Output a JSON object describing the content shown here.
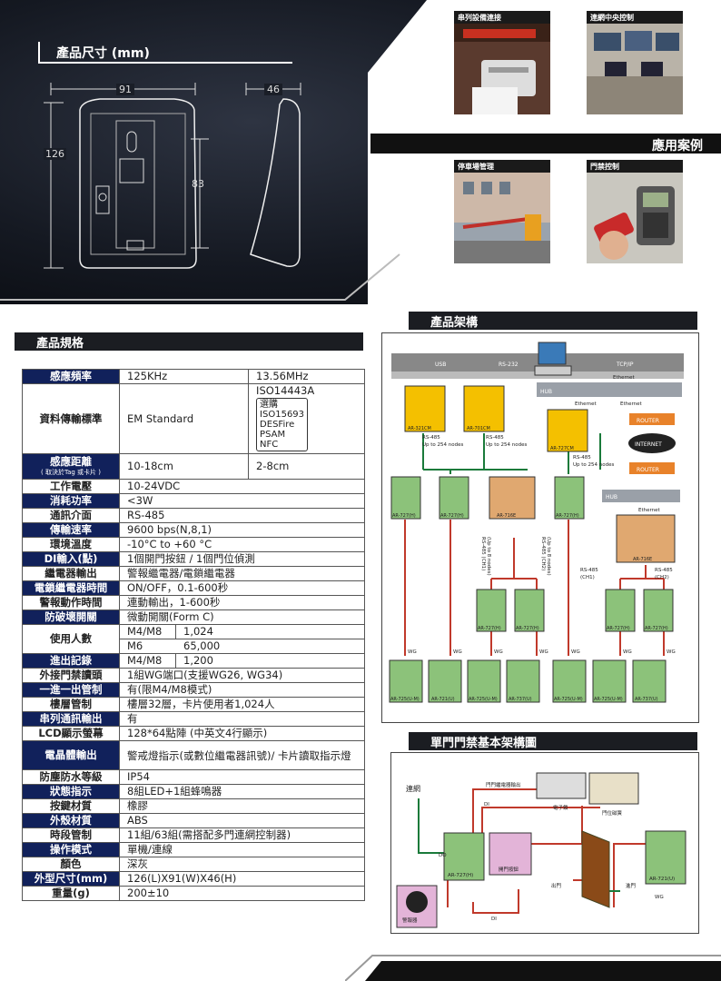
{
  "dimensions": {
    "title": "產品尺寸 (mm)",
    "width": "91",
    "depth": "46",
    "height": "126",
    "inner_height": "83"
  },
  "applications": {
    "title": "應用案例",
    "cases": [
      "串列設備連接",
      "連網中央控制",
      "停車場管理",
      "門禁控制"
    ]
  },
  "specs": {
    "title": "產品規格",
    "rows": [
      {
        "key": "感應頻率",
        "v1": "125KHz",
        "v2": "13.56MHz"
      },
      {
        "key": "資料傳輸標準",
        "v1": "EM Standard",
        "v2a": "ISO14443A",
        "v2b": "選購",
        "v2c": "ISO15693",
        "v2d": "DESFire",
        "v2e": "PSAM",
        "v2f": "NFC"
      },
      {
        "key": "感應距離",
        "sub": "( 取決於Tag 或卡片 )",
        "v1": "10-18cm",
        "v2": "2-8cm"
      },
      {
        "key": "工作電壓",
        "v": "10-24VDC"
      },
      {
        "key": "消耗功率",
        "v": "<3W"
      },
      {
        "key": "通訊介面",
        "v": "RS-485"
      },
      {
        "key": "傳輸速率",
        "v": "9600 bps(N,8,1)"
      },
      {
        "key": "環境溫度",
        "v": "-10°C to +60 °C"
      },
      {
        "key": "DI輸入(點)",
        "v": "1個開門按鈕 / 1個門位偵測"
      },
      {
        "key": "繼電器輸出",
        "v": "警報繼電器/電鎖繼電器"
      },
      {
        "key": "電鎖繼電器時間",
        "v": "ON/OFF，0.1-600秒"
      },
      {
        "key": "警報動作時間",
        "v": "連動輸出，1-600秒"
      },
      {
        "key": "防破壞開關",
        "v": "微動開關(Form C)"
      },
      {
        "key": "使用人數",
        "a1": "M4/M8",
        "b1": "1,024",
        "a2": "M6",
        "b2": "65,000"
      },
      {
        "key": "進出記錄",
        "a": "M4/M8",
        "b": "1,200"
      },
      {
        "key": "外接門禁讀頭",
        "v": "1組WG端口(支援WG26, WG34)"
      },
      {
        "key": "一進一出管制",
        "v": "有(限M4/M8模式)"
      },
      {
        "key": "樓層管制",
        "v": "樓層32層，卡片使用者1,024人"
      },
      {
        "key": "串列通訊輸出",
        "v": "有"
      },
      {
        "key": "LCD顯示螢幕",
        "v": "128*64點陣 (中英文4行顯示)"
      },
      {
        "key": "電晶體輸出",
        "v": "警戒燈指示(或數位繼電器訊號)/ 卡片讀取指示燈"
      },
      {
        "key": "防塵防水等級",
        "v": "IP54"
      },
      {
        "key": "狀態指示",
        "v": "8組LED+1組蜂鳴器"
      },
      {
        "key": "按鍵材質",
        "v": "橡膠"
      },
      {
        "key": "外殼材質",
        "v": "ABS"
      },
      {
        "key": "時段管制",
        "v": "11組/63組(需搭配多門連網控制器)"
      },
      {
        "key": "操作模式",
        "v": "單機/連線"
      },
      {
        "key": "顏色",
        "v": "深灰"
      },
      {
        "key": "外型尺寸(mm)",
        "v": "126(L)X91(W)X46(H)"
      },
      {
        "key": "重量(g)",
        "v": "200±10"
      }
    ]
  },
  "architecture": {
    "title": "產品架構",
    "usb": "USB",
    "rs232": "RS-232",
    "tcpip": "TCP/IP",
    "ethernet": "Ethernet",
    "hub": "HUB",
    "router": "ROUTER",
    "internet": "INTERNET",
    "rs485": "RS-485",
    "up254": "Up to 254 nodes",
    "ch1": "RS-485 (CH1)",
    "ch2": "RS-485 (CH2)",
    "ch1s": "(CH1)",
    "ch2s": "(CH2)",
    "up8": "(Up to 8 nodes)",
    "wg": "WG",
    "m321": "AR-321CM",
    "m701": "AR-701CM",
    "m727cm": "AR-727CM",
    "m727h": "AR-727(H)",
    "m716": "AR-716E",
    "m725m": "AR-725(U-M)",
    "m721u": "AR-721(U)",
    "m737": "AR-737(U)"
  },
  "door": {
    "title": "單門門禁基本架構圖",
    "net": "連網",
    "lock_out": "門門繼電器輸出",
    "di": "DI",
    "do": "DO",
    "elock": "電子鎖",
    "sensor": "門位磁簧",
    "btn": "開門按鈕",
    "ctrl": "AR-727(H)",
    "reader": "AR-721(U)",
    "exit": "出門",
    "enter": "進門",
    "wg": "WG",
    "alarm": "警報器"
  },
  "colors": {
    "accent": "#11215b",
    "dark": "#1b1d22",
    "orange": "#e07020",
    "green": "#1a7a3a",
    "red": "#c0392b"
  }
}
